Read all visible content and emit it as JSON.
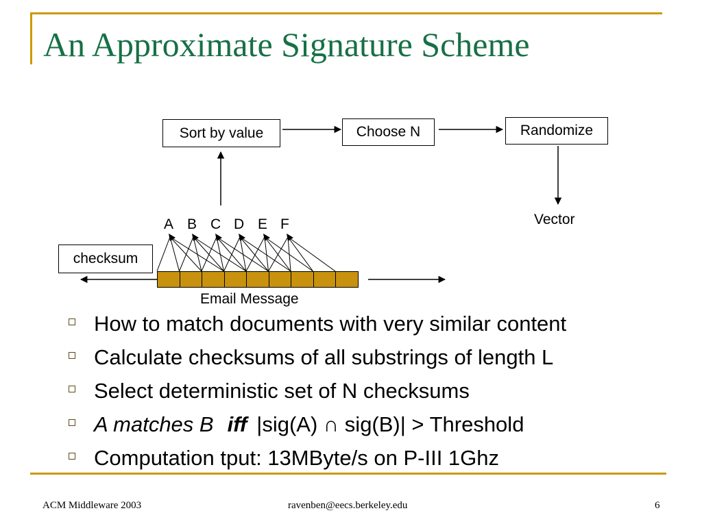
{
  "slide": {
    "title": "An Approximate Signature Scheme",
    "diagram": {
      "boxes": {
        "sort": "Sort by value",
        "choose": "Choose N",
        "randomize": "Randomize",
        "checksum": "checksum"
      },
      "vector_label": "Vector",
      "email_label": "Email Message",
      "letters": [
        "A",
        "B",
        "C",
        "D",
        "E",
        "F"
      ]
    },
    "bullets": [
      {
        "text": "How to match documents with very similar content"
      },
      {
        "text": "Calculate checksums of all substrings of length L"
      },
      {
        "text": "Select deterministic set of N checksums"
      },
      {
        "a": "A matches B",
        "iff": "iff",
        "rest": "|sig(A) ∩ sig(B)| > Threshold"
      },
      {
        "text": "Computation tput: 13MByte/s on P-III 1Ghz"
      }
    ],
    "footer": {
      "left": "ACM Middleware 2003",
      "center": "ravenben@eecs.berkeley.edu",
      "page": "6"
    }
  }
}
